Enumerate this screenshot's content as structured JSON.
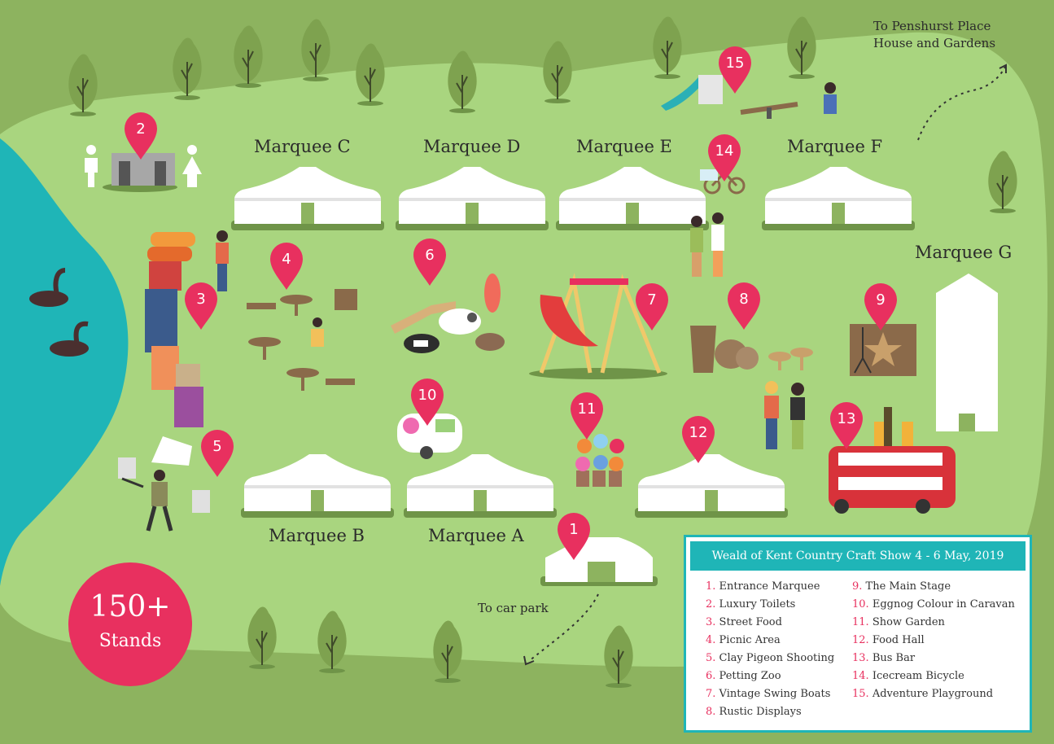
{
  "title": "Weald of Kent Country Craft Show  4 - 6 May, 2019",
  "colors": {
    "pin": "#e8305f",
    "teal": "#1fb5b7",
    "grass_light": "#a9d57f",
    "grass_dark": "#8db35f",
    "water": "#1fb5b7"
  },
  "marquees": [
    {
      "id": "c",
      "label": "Marquee C"
    },
    {
      "id": "d",
      "label": "Marquee D"
    },
    {
      "id": "e",
      "label": "Marquee E"
    },
    {
      "id": "f",
      "label": "Marquee F"
    },
    {
      "id": "g",
      "label": "Marquee G"
    },
    {
      "id": "b",
      "label": "Marquee B"
    },
    {
      "id": "a",
      "label": "Marquee A"
    }
  ],
  "directions": {
    "penshurst_line1": "To Penshurst Place",
    "penshurst_line2": "House and Gardens",
    "car_park": "To car park"
  },
  "stands": {
    "count": "150+",
    "label": "Stands"
  },
  "pins": [
    {
      "num": "1"
    },
    {
      "num": "2"
    },
    {
      "num": "3"
    },
    {
      "num": "4"
    },
    {
      "num": "5"
    },
    {
      "num": "6"
    },
    {
      "num": "7"
    },
    {
      "num": "8"
    },
    {
      "num": "9"
    },
    {
      "num": "10"
    },
    {
      "num": "11"
    },
    {
      "num": "12"
    },
    {
      "num": "13"
    },
    {
      "num": "14"
    },
    {
      "num": "15"
    }
  ],
  "legend": {
    "col1": [
      {
        "num": "1.",
        "label": "Entrance Marquee"
      },
      {
        "num": "2.",
        "label": "Luxury Toilets"
      },
      {
        "num": "3.",
        "label": "Street Food"
      },
      {
        "num": "4.",
        "label": "Picnic Area"
      },
      {
        "num": "5.",
        "label": "Clay Pigeon Shooting"
      },
      {
        "num": "6.",
        "label": "Petting Zoo"
      },
      {
        "num": "7.",
        "label": "Vintage Swing Boats"
      },
      {
        "num": "8.",
        "label": "Rustic Displays"
      }
    ],
    "col2": [
      {
        "num": "9.",
        "label": "The Main Stage"
      },
      {
        "num": "10.",
        "label": "Eggnog Colour in Caravan"
      },
      {
        "num": "11.",
        "label": "Show Garden"
      },
      {
        "num": "12.",
        "label": "Food Hall"
      },
      {
        "num": "13.",
        "label": "Bus Bar"
      },
      {
        "num": "14.",
        "label": "Icecream Bicycle"
      },
      {
        "num": "15.",
        "label": "Adventure Playground"
      }
    ]
  }
}
